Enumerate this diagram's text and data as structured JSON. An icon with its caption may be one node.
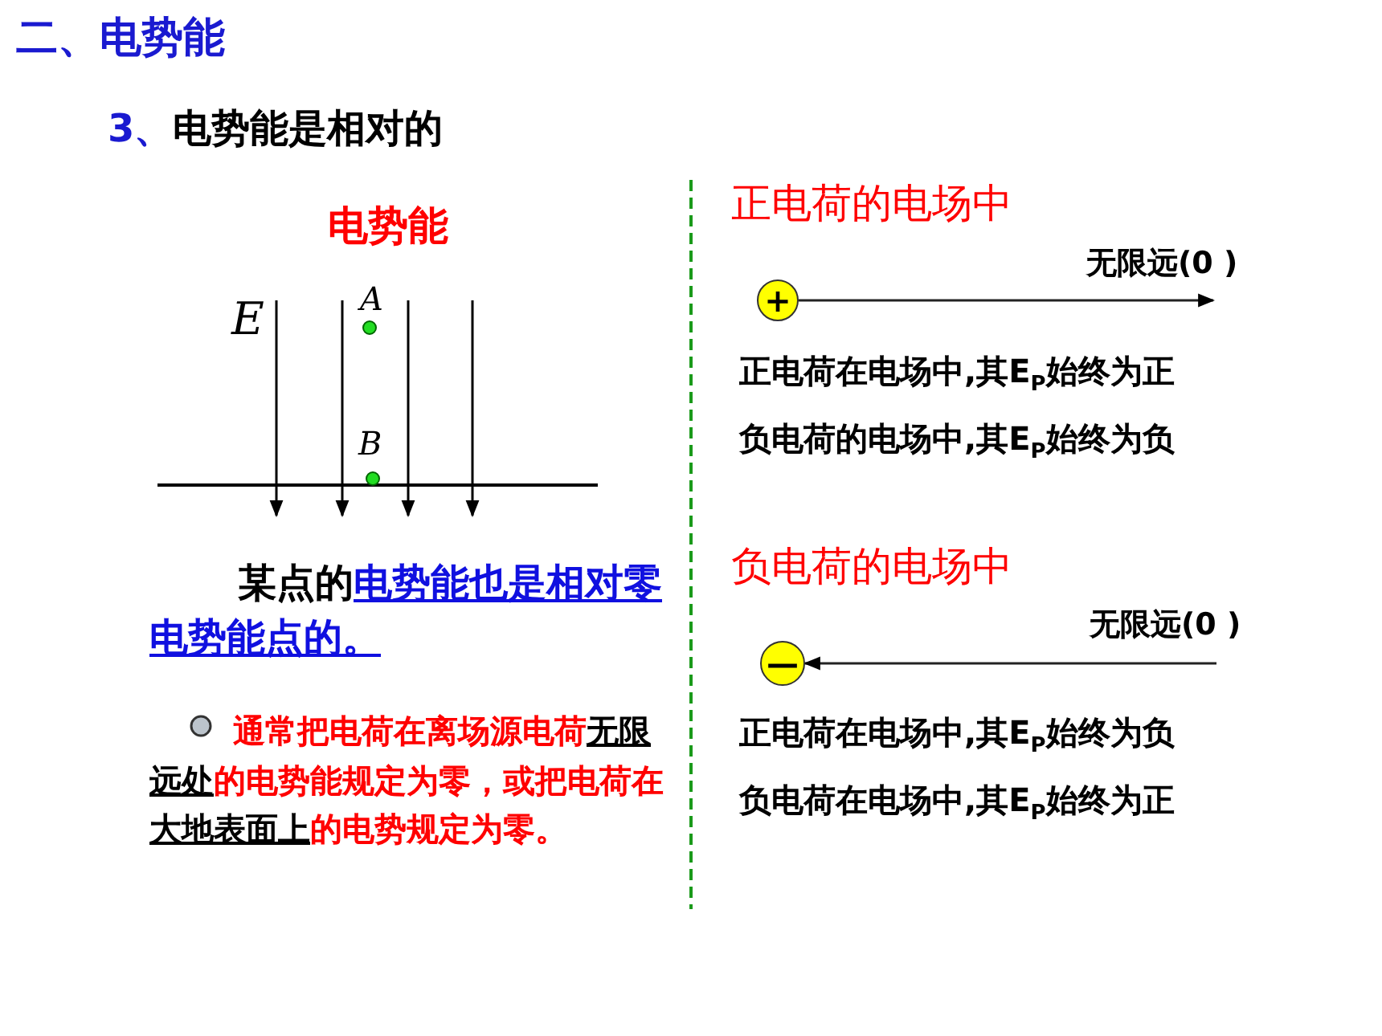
{
  "diagram": {
    "title": "二、电势能",
    "nodes": [
      {
        "text": [
          "+"
        ]
      },
      {
        "text": [
          "无限远(0 )"
        ]
      },
      {
        "text": [
          "—"
        ]
      },
      {
        "text": [
          "无限远(0 )"
        ]
      }
    ],
    "edges": [
      {
        "from": 0,
        "to": 1,
        "arrow": "to"
      },
      {
        "from": 3,
        "to": 2,
        "arrow": "to"
      }
    ],
    "labels": [
      "**3、**电势能是相对的",
      "电势能",
      "E",
      "A",
      "B",
      "某点的**电势能也是相对零电势能点的。**",
      "通常把电荷在离场源电荷**无限远处**的电势能规定为零，或把电荷在**大地表面上**的电势规定为零。",
      "正电荷的电场中",
      "正电荷在电场中,其E$_{P}$始终为正",
      "负电荷的电场中,其E$_{P}$始终为负",
      "负电荷的电场中",
      "正电荷在电场中,其E$_{P}$始终为负",
      "负电荷在电场中,其E$_{P}$始终为正"
    ]
  }
}
